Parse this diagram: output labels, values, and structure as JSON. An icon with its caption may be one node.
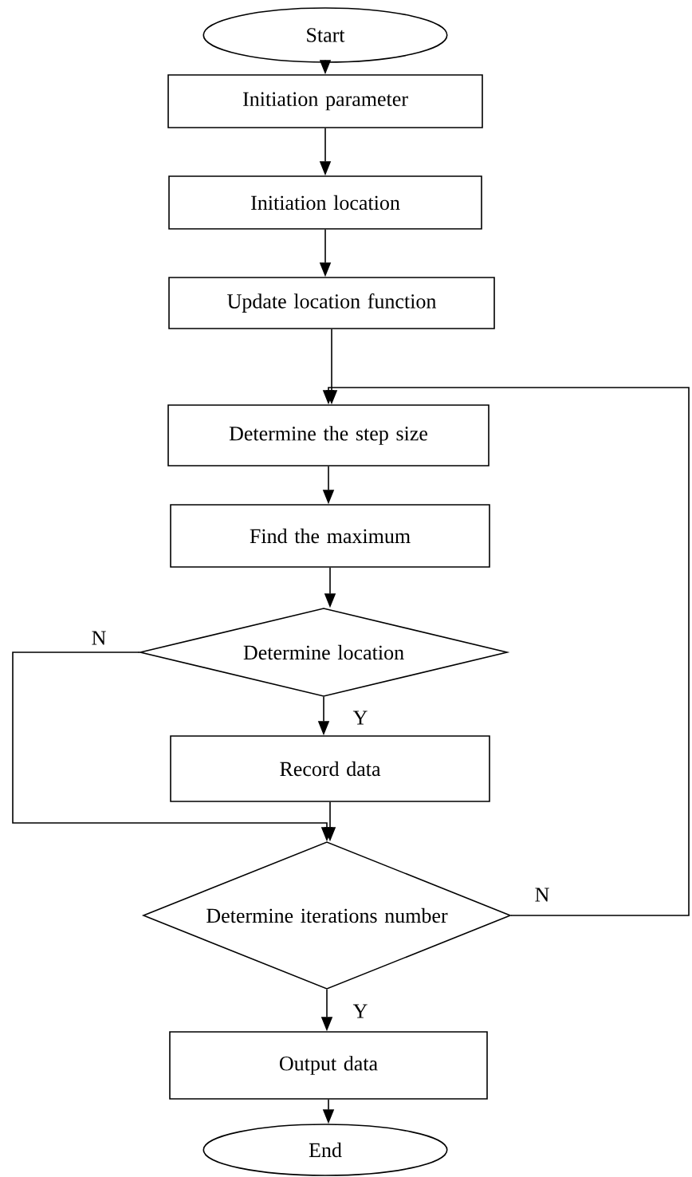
{
  "diagram": {
    "nodes": [
      {
        "text": [
          "Start"
        ]
      },
      {
        "text": [
          "Initiation parameter"
        ]
      },
      {
        "text": [
          "Initiation location"
        ]
      },
      {
        "text": [
          "Update location function"
        ]
      },
      {
        "text": [
          "Determine the step size"
        ]
      },
      {
        "text": [
          "Find the maximum"
        ]
      },
      {
        "text": [
          "Determine location"
        ]
      },
      {
        "text": [
          "Record data"
        ]
      },
      {
        "text": [
          "Determine iterations number"
        ]
      },
      {
        "text": [
          "Output data"
        ]
      },
      {
        "text": [
          "End"
        ]
      }
    ],
    "edges": [
      {
        "from": 0,
        "to": 1,
        "arrow": "to"
      },
      {
        "from": 1,
        "to": 2,
        "arrow": "to"
      },
      {
        "from": 2,
        "to": 3,
        "arrow": "to"
      },
      {
        "from": 3,
        "to": 4,
        "arrow": "to"
      },
      {
        "from": 4,
        "to": 5,
        "arrow": "to"
      },
      {
        "from": 5,
        "to": 6,
        "arrow": "to"
      },
      {
        "from": 6,
        "to": 7,
        "arrow": "to",
        "label": "Y"
      },
      {
        "from": 7,
        "to": 8,
        "arrow": "to"
      },
      {
        "from": 6,
        "to": 8,
        "arrow": "to",
        "label": "N"
      },
      {
        "from": 8,
        "to": 4,
        "arrow": "to",
        "label": "N"
      },
      {
        "from": 8,
        "to": 9,
        "arrow": "to",
        "label": "Y"
      },
      {
        "from": 9,
        "to": 10,
        "arrow": "to"
      }
    ]
  }
}
